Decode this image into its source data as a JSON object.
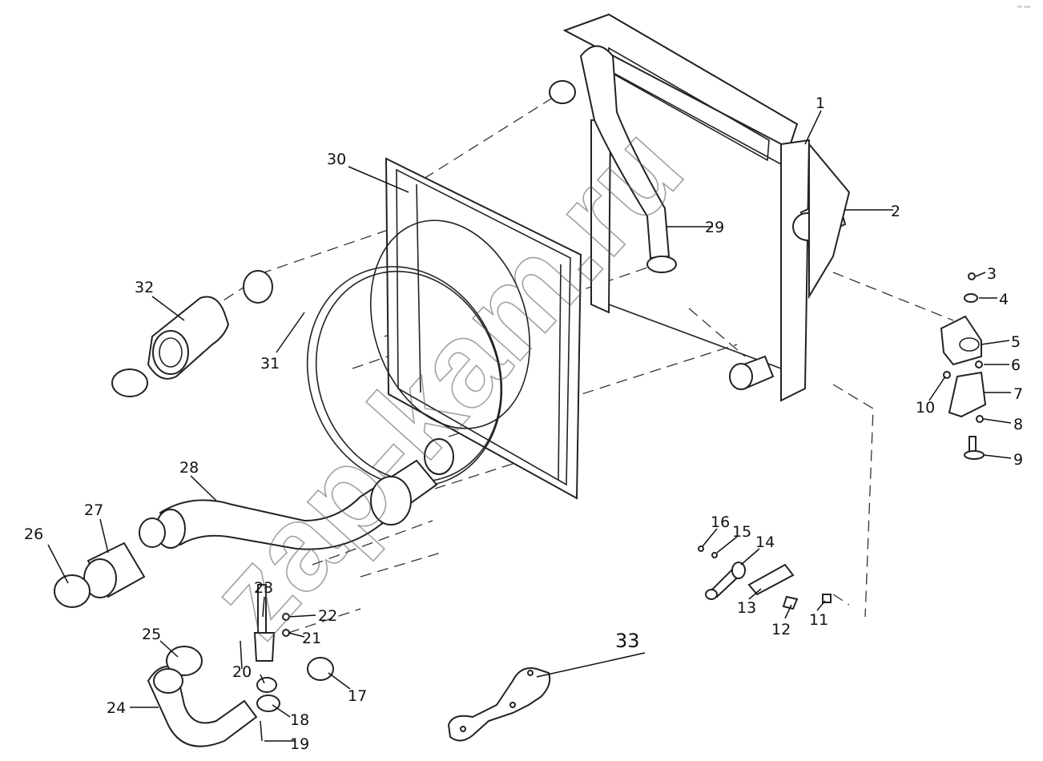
{
  "watermark": "zap-kam.ru",
  "corner_mark": "ᵃᵇ ᵃᵃᵃ",
  "callouts": [
    {
      "id": "1",
      "text": "1"
    },
    {
      "id": "2",
      "text": "2"
    },
    {
      "id": "3",
      "text": "3"
    },
    {
      "id": "4",
      "text": "4"
    },
    {
      "id": "5",
      "text": "5"
    },
    {
      "id": "6",
      "text": "6"
    },
    {
      "id": "7",
      "text": "7"
    },
    {
      "id": "8",
      "text": "8"
    },
    {
      "id": "9",
      "text": "9"
    },
    {
      "id": "10",
      "text": "10"
    },
    {
      "id": "11",
      "text": "11"
    },
    {
      "id": "12",
      "text": "12"
    },
    {
      "id": "13",
      "text": "13"
    },
    {
      "id": "14",
      "text": "14"
    },
    {
      "id": "15",
      "text": "15"
    },
    {
      "id": "16",
      "text": "16"
    },
    {
      "id": "17",
      "text": "17"
    },
    {
      "id": "18",
      "text": "18"
    },
    {
      "id": "19",
      "text": "19"
    },
    {
      "id": "20",
      "text": "20"
    },
    {
      "id": "21",
      "text": "21"
    },
    {
      "id": "22",
      "text": "22"
    },
    {
      "id": "23",
      "text": "23"
    },
    {
      "id": "24",
      "text": "24"
    },
    {
      "id": "25",
      "text": "25"
    },
    {
      "id": "26",
      "text": "26"
    },
    {
      "id": "27",
      "text": "27"
    },
    {
      "id": "28",
      "text": "28"
    },
    {
      "id": "29",
      "text": "29"
    },
    {
      "id": "30",
      "text": "30"
    },
    {
      "id": "31",
      "text": "31"
    },
    {
      "id": "32",
      "text": "32"
    },
    {
      "id": "33",
      "text": "33"
    }
  ]
}
